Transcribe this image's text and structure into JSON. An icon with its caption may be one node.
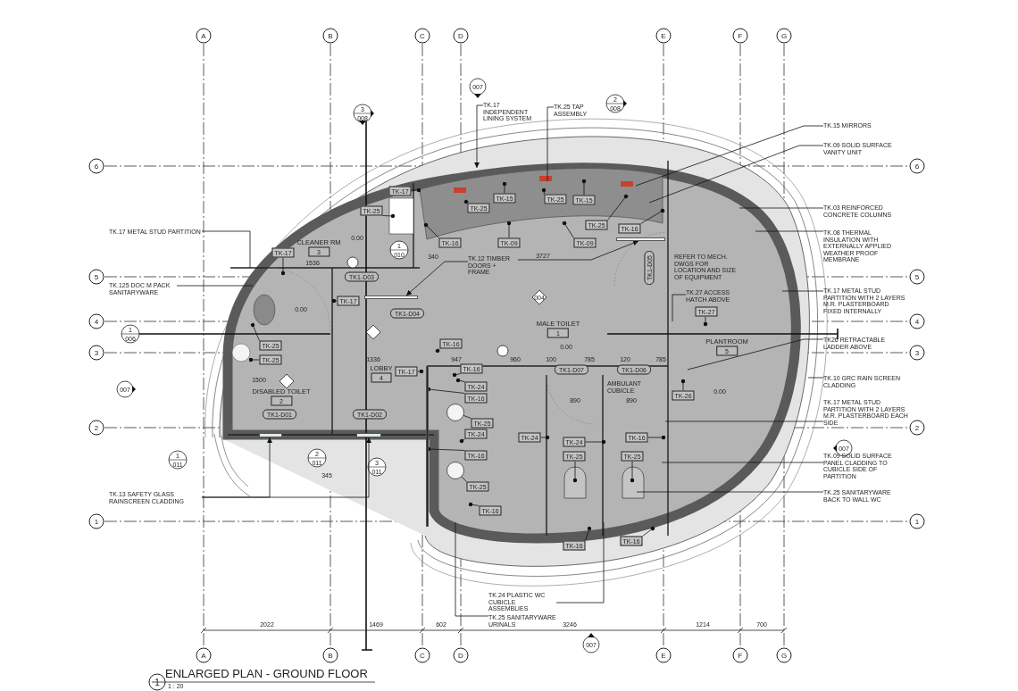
{
  "diagram": {
    "title": "ENLARGED PLAN - GROUND FLOOR",
    "caption": "1 : 20",
    "nodes": [
      {
        "text": [
          "TK.17 INDEPENDENT LINING SYSTEM"
        ]
      },
      {
        "text": [
          "TK.25 TAP ASSEMBLY"
        ]
      },
      {
        "text": [
          "TK.15 MIRRORS"
        ]
      },
      {
        "text": [
          "TK.09 SOLID SURFACE VANITY UNIT"
        ]
      },
      {
        "text": [
          "TK.03 REINFORCED CONCRETE COLUMNS"
        ]
      },
      {
        "text": [
          "TK.08 THERMAL INSULATION WITH EXTERNALLY APPLIED WEATHER PROOF MEMBRANE"
        ]
      },
      {
        "text": [
          "TK.17 METAL STUD PARTITION WITH 2 LAYERS M.R. PLASTERBOARD FIXED INTERNALLY"
        ]
      },
      {
        "text": [
          "TK26 RETRACTABLE LADDER ABOVE"
        ]
      },
      {
        "text": [
          "TK.10 GRC RAIN SCREEN CLADDING"
        ]
      },
      {
        "text": [
          "TK.17 METAL STUD PARTITION WITH 2 LAYERS M.R. PLASTERBOARD EACH SIDE"
        ]
      },
      {
        "text": [
          "TK.09 SOLID SURFACE PANEL CLADDING TO CUBICLE SIDE OF PARTITION"
        ]
      },
      {
        "text": [
          "TK.25 SANITARYWARE BACK TO WALL WC"
        ]
      },
      {
        "text": [
          "TK.17 METAL STUD PARTITION"
        ]
      },
      {
        "text": [
          "TK.125 DOC M PACK SANITARYWARE"
        ]
      },
      {
        "text": [
          "TK.12 TIMBER DOORS + FRAME"
        ]
      },
      {
        "text": [
          "TK.27 ACCESS HATCH ABOVE"
        ]
      },
      {
        "text": [
          "TK.13 SAFETY GLASS RAINSCREEN CLADDING"
        ]
      },
      {
        "text": [
          "TK.24 PLASTIC WC CUBICLE ASSEMBLIES"
        ]
      },
      {
        "text": [
          "TK.25 SANITARYWARE URINALS"
        ]
      },
      {
        "text": [
          "CLEANER RM",
          "3"
        ]
      },
      {
        "text": [
          "DISABLED TOILET",
          "2"
        ]
      },
      {
        "text": [
          "LOBBY",
          "4"
        ]
      },
      {
        "text": [
          "MALE TOILET",
          "1"
        ]
      },
      {
        "text": [
          "PLANTROOM",
          "5"
        ]
      },
      {
        "text": [
          "TK1-D03"
        ]
      },
      {
        "text": [
          "TK1-D04"
        ]
      },
      {
        "text": [
          "TK1-D05"
        ]
      },
      {
        "text": [
          "TK1-D01"
        ]
      },
      {
        "text": [
          "TK1-D02"
        ]
      },
      {
        "text": [
          "TK1-D07"
        ]
      },
      {
        "text": [
          "TK1-D06"
        ]
      },
      {
        "text": [
          "TK-17"
        ]
      },
      {
        "text": [
          "TK-25"
        ]
      },
      {
        "text": [
          "TK-25"
        ]
      },
      {
        "text": [
          "TK-15"
        ]
      },
      {
        "text": [
          "TK-25"
        ]
      },
      {
        "text": [
          "TK-15"
        ]
      },
      {
        "text": [
          "TK-25"
        ]
      },
      {
        "text": [
          "TK-16"
        ]
      },
      {
        "text": [
          "TK-09"
        ]
      },
      {
        "text": [
          "TK-09"
        ]
      },
      {
        "text": [
          "TK-16"
        ]
      },
      {
        "text": [
          "TK-17"
        ]
      },
      {
        "text": [
          "TK-17"
        ]
      },
      {
        "text": [
          "TK-25"
        ]
      },
      {
        "text": [
          "TK-27"
        ]
      },
      {
        "text": [
          "TK-16"
        ]
      },
      {
        "text": [
          "TK-25"
        ]
      },
      {
        "text": [
          "TK-17"
        ]
      },
      {
        "text": [
          "TK-16"
        ]
      },
      {
        "text": [
          "TK-24"
        ]
      },
      {
        "text": [
          "TK-16"
        ]
      },
      {
        "text": [
          "TK-26"
        ]
      },
      {
        "text": [
          "TK-25"
        ]
      },
      {
        "text": [
          "TK-24"
        ]
      },
      {
        "text": [
          "TK-24"
        ]
      },
      {
        "text": [
          "TK-16"
        ]
      },
      {
        "text": [
          "TK-24"
        ]
      },
      {
        "text": [
          "TK-16"
        ]
      },
      {
        "text": [
          "TK-25"
        ]
      },
      {
        "text": [
          "TK-25"
        ]
      },
      {
        "text": [
          "TK-25"
        ]
      },
      {
        "text": [
          "TK-16"
        ]
      },
      {
        "text": [
          "TK-16"
        ]
      },
      {
        "text": [
          "TK-16"
        ]
      },
      {
        "text": [],
        "shape": "bar"
      },
      {
        "text": [],
        "shape": "bar"
      },
      {
        "text": [],
        "shape": "bar"
      },
      {
        "text": [],
        "shape": "bar"
      },
      {
        "text": [],
        "shape": "circle"
      },
      {
        "text": [],
        "shape": "circle"
      },
      {
        "text": [],
        "shape": "bar"
      }
    ],
    "edges": [
      {
        "from": 0,
        "to": null,
        "arrow": "to"
      },
      {
        "from": 1,
        "to": null,
        "arrow": "none"
      },
      {
        "from": 2,
        "to": null,
        "arrow": "none"
      },
      {
        "from": 3,
        "to": null,
        "arrow": "none"
      },
      {
        "from": 4,
        "to": null,
        "arrow": "none"
      },
      {
        "from": 5,
        "to": null,
        "arrow": "none"
      },
      {
        "from": 6,
        "to": null,
        "arrow": "none"
      },
      {
        "from": 7,
        "to": null,
        "arrow": "none"
      },
      {
        "from": 8,
        "to": null,
        "arrow": "none"
      },
      {
        "from": 9,
        "to": null,
        "arrow": "none"
      },
      {
        "from": 10,
        "to": null,
        "arrow": "none"
      },
      {
        "from": 11,
        "to": null,
        "arrow": "none"
      },
      {
        "from": 12,
        "to": null,
        "arrow": "none"
      },
      {
        "from": 13,
        "to": null,
        "arrow": "none"
      },
      {
        "from": 14,
        "to": 65,
        "arrow": "to"
      },
      {
        "from": 14,
        "to": 66,
        "arrow": "to"
      },
      {
        "from": 15,
        "to": null,
        "arrow": "none"
      },
      {
        "from": 16,
        "to": 67,
        "arrow": "to"
      },
      {
        "from": 16,
        "to": 68,
        "arrow": "to"
      },
      {
        "from": 17,
        "to": null,
        "arrow": "none"
      },
      {
        "from": 18,
        "to": null,
        "arrow": "none"
      },
      {
        "from": 31,
        "to": null,
        "arrow": "other"
      },
      {
        "from": 32,
        "to": null,
        "arrow": "other"
      },
      {
        "from": 33,
        "to": null,
        "arrow": "other"
      },
      {
        "from": 34,
        "to": null,
        "arrow": "other"
      },
      {
        "from": 35,
        "to": null,
        "arrow": "other"
      },
      {
        "from": 36,
        "to": null,
        "arrow": "other"
      },
      {
        "from": 37,
        "to": null,
        "arrow": "other"
      },
      {
        "from": 38,
        "to": null,
        "arrow": "other"
      },
      {
        "from": 39,
        "to": null,
        "arrow": "other"
      },
      {
        "from": 40,
        "to": null,
        "arrow": "other"
      },
      {
        "from": 41,
        "to": null,
        "arrow": "other"
      },
      {
        "from": 42,
        "to": null,
        "arrow": "other"
      },
      {
        "from": 43,
        "to": null,
        "arrow": "other"
      },
      {
        "from": 44,
        "to": null,
        "arrow": "other"
      },
      {
        "from": 45,
        "to": null,
        "arrow": "other"
      },
      {
        "from": 46,
        "to": null,
        "arrow": "other"
      },
      {
        "from": 47,
        "to": null,
        "arrow": "other"
      },
      {
        "from": 48,
        "to": null,
        "arrow": "other"
      },
      {
        "from": 49,
        "to": null,
        "arrow": "other"
      },
      {
        "from": 50,
        "to": null,
        "arrow": "other"
      },
      {
        "from": 51,
        "to": 71,
        "arrow": "other"
      },
      {
        "from": 52,
        "to": null,
        "arrow": "other"
      },
      {
        "from": 53,
        "to": 69,
        "arrow": "other"
      },
      {
        "from": 54,
        "to": null,
        "arrow": "other"
      },
      {
        "from": 55,
        "to": null,
        "arrow": "other"
      },
      {
        "from": 56,
        "to": null,
        "arrow": "other"
      },
      {
        "from": 57,
        "to": null,
        "arrow": "other"
      },
      {
        "from": 58,
        "to": 71,
        "arrow": "other"
      },
      {
        "from": 59,
        "to": null,
        "arrow": "other"
      },
      {
        "from": 60,
        "to": null,
        "arrow": "other"
      },
      {
        "from": 61,
        "to": 70,
        "arrow": "other"
      },
      {
        "from": 62,
        "to": null,
        "arrow": "other"
      },
      {
        "from": 63,
        "to": null,
        "arrow": "other"
      },
      {
        "from": 64,
        "to": null,
        "arrow": "other"
      }
    ],
    "labels": [
      "A",
      "B",
      "C",
      "D",
      "E",
      "F",
      "G",
      "007",
      "3",
      "008",
      "2",
      "008",
      "6",
      "6",
      "1",
      "010",
      "0.00",
      "1536",
      "340",
      "3727",
      "REFER TO MECH. DWGS FOR LOCATION AND SIZE OF EQUIPMENT",
      "5",
      "5",
      "004",
      "0.00",
      "4",
      "4",
      "1",
      "006",
      "0.00",
      "3",
      "3",
      "1336",
      "947",
      "960",
      "100",
      "785",
      "120",
      "785",
      "007",
      "0.00",
      "1500",
      "AMBULANT CUBICLE",
      "890",
      "890",
      "2",
      "2",
      "007",
      "1",
      "011",
      "2",
      "011",
      "3",
      "011",
      "345",
      "1",
      "1",
      "2022",
      "1469",
      "602",
      "3246",
      "1214",
      "700",
      "007",
      "A",
      "B",
      "C",
      "D",
      "E",
      "F",
      "G",
      "1"
    ]
  }
}
